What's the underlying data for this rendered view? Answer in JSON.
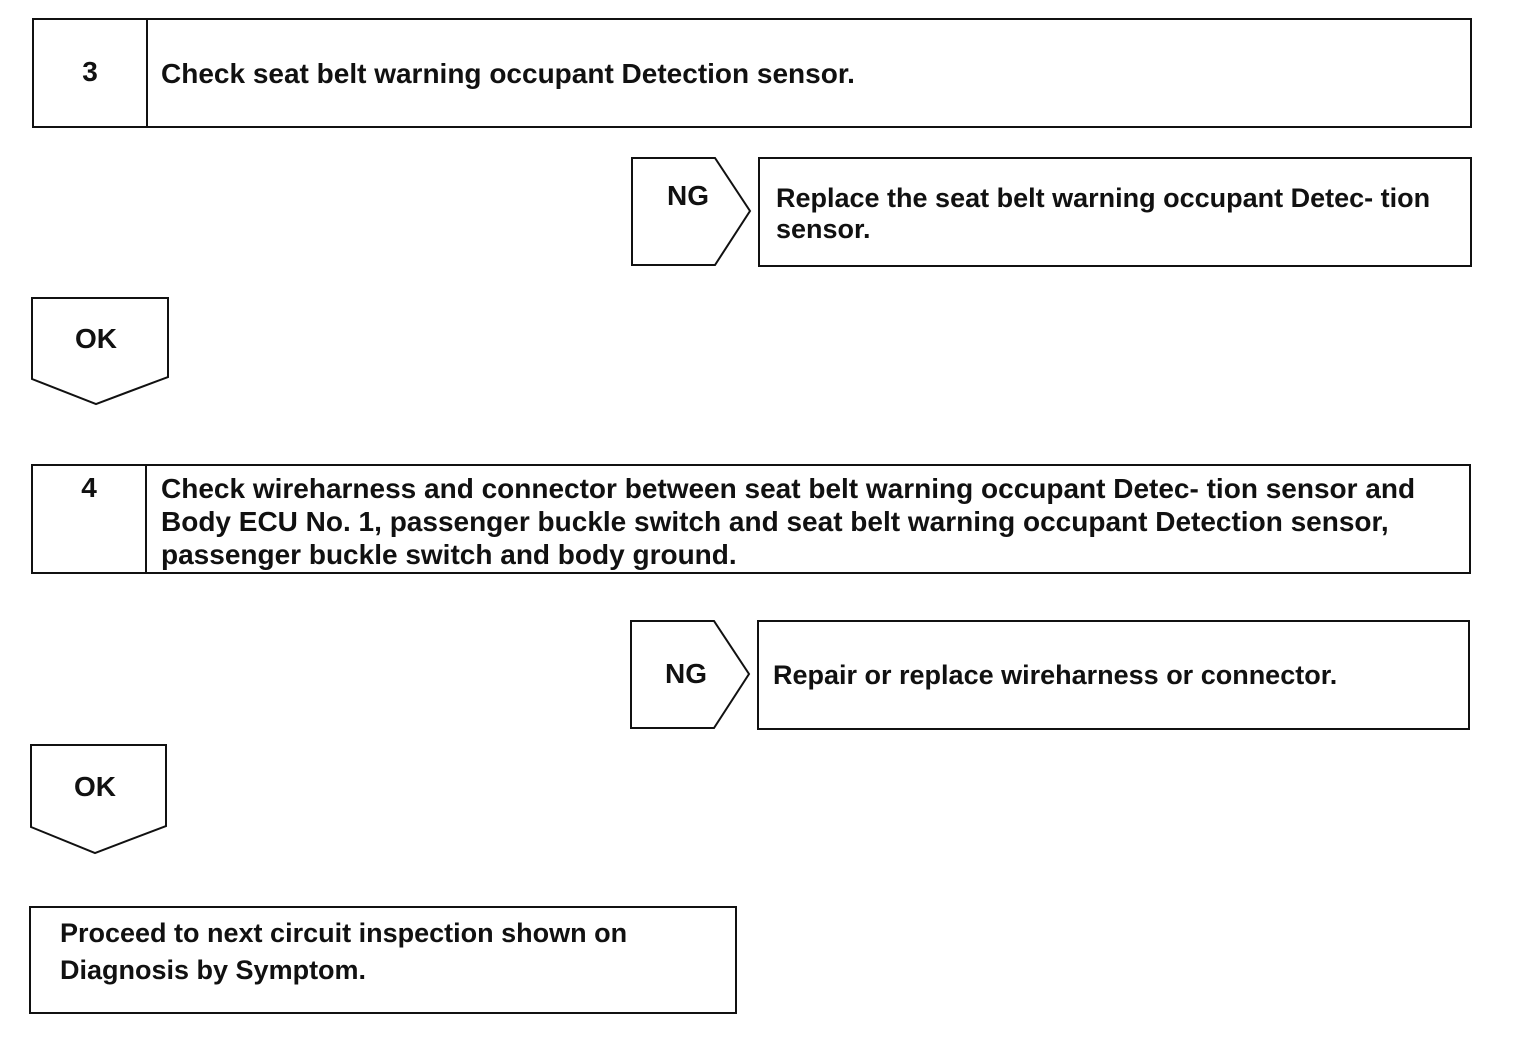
{
  "steps": [
    {
      "number": "3",
      "text": "Check seat belt warning occupant Detection sensor.",
      "ng_label": "NG",
      "ng_action": "Replace the seat belt warning occupant Detec- tion sensor.",
      "ok_label": "OK"
    },
    {
      "number": "4",
      "text": "Check wireharness and connector between seat belt warning occupant Detec- tion sensor and Body ECU No. 1, passenger buckle switch and seat belt warning occupant Detection sensor, passenger buckle switch and body ground.",
      "ng_label": "NG",
      "ng_action": "Repair or replace wireharness or connector.",
      "ok_label": "OK"
    }
  ],
  "final": {
    "text": "Proceed to next circuit inspection shown on Diagnosis by Symptom."
  }
}
